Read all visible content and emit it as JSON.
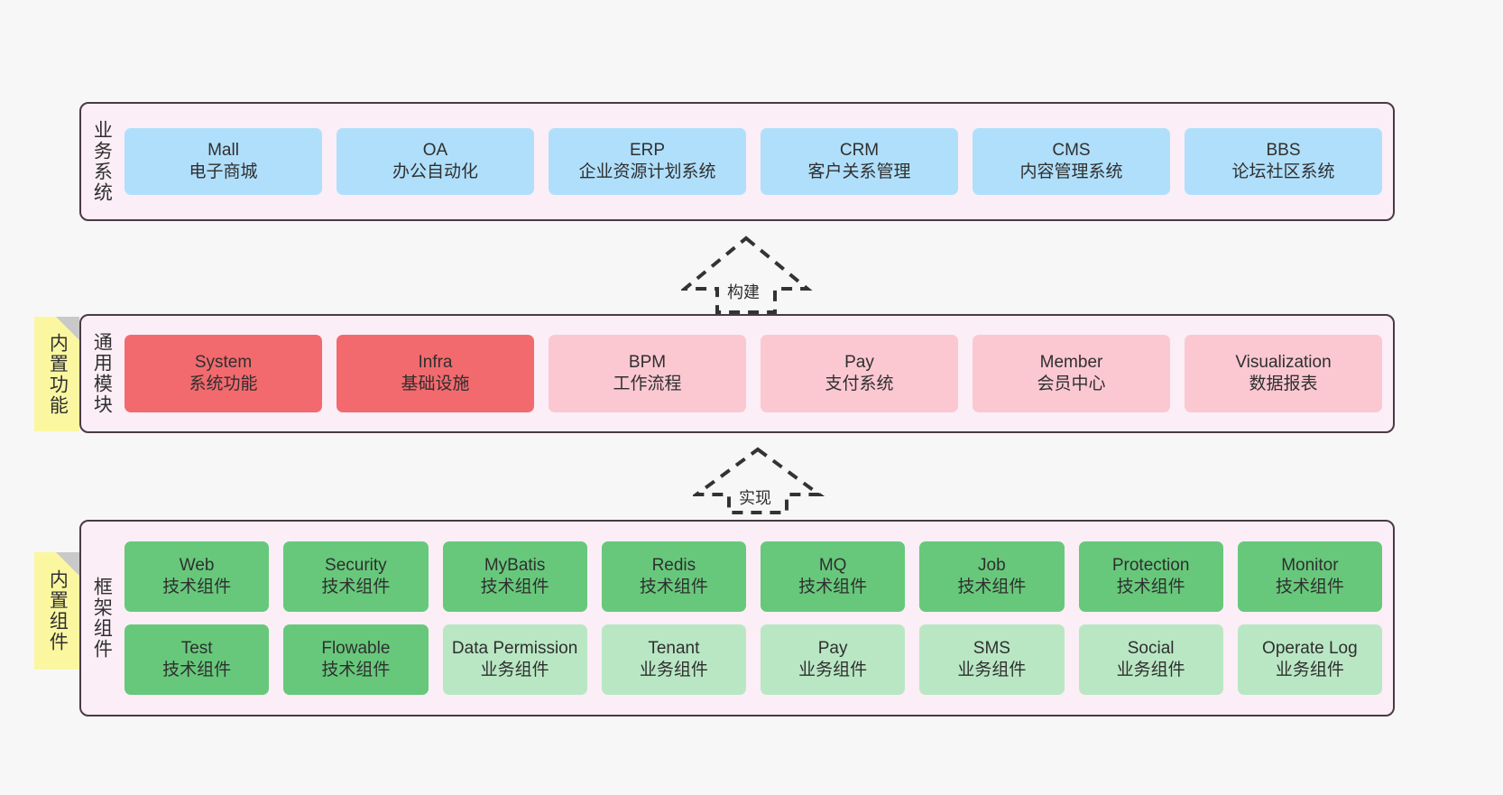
{
  "diagram": {
    "background_color": "#f7f7f7",
    "panel_color": "#fbeef6",
    "panel_border_color": "#4a3a44",
    "sticky_color": "#fbf7a1"
  },
  "layers": {
    "business": {
      "title": "业务系统",
      "card_color": "#b0dffb",
      "cards": [
        {
          "en": "Mall",
          "cn": "电子商城",
          "style": "blue"
        },
        {
          "en": "OA",
          "cn": "办公自动化",
          "style": "blue"
        },
        {
          "en": "ERP",
          "cn": "企业资源计划系统",
          "style": "blue"
        },
        {
          "en": "CRM",
          "cn": "客户关系管理",
          "style": "blue"
        },
        {
          "en": "CMS",
          "cn": "内容管理系统",
          "style": "blue"
        },
        {
          "en": "BBS",
          "cn": "论坛社区系统",
          "style": "blue"
        }
      ]
    },
    "common": {
      "title": "通用模块",
      "sticky": "内置功能",
      "strong_color": "#f26a6e",
      "soft_color": "#fbc8d2",
      "cards": [
        {
          "en": "System",
          "cn": "系统功能",
          "style": "strong"
        },
        {
          "en": "Infra",
          "cn": "基础设施",
          "style": "strong"
        },
        {
          "en": "BPM",
          "cn": "工作流程",
          "style": "soft"
        },
        {
          "en": "Pay",
          "cn": "支付系统",
          "style": "soft"
        },
        {
          "en": "Member",
          "cn": "会员中心",
          "style": "soft"
        },
        {
          "en": "Visualization",
          "cn": "数据报表",
          "style": "soft"
        }
      ]
    },
    "framework": {
      "title": "框架组件",
      "sticky": "内置组件",
      "strong_color": "#67c87b",
      "soft_color": "#b9e7c4",
      "row1": [
        {
          "en": "Web",
          "cn": "技术组件",
          "style": "strong"
        },
        {
          "en": "Security",
          "cn": "技术组件",
          "style": "strong"
        },
        {
          "en": "MyBatis",
          "cn": "技术组件",
          "style": "strong"
        },
        {
          "en": "Redis",
          "cn": "技术组件",
          "style": "strong"
        },
        {
          "en": "MQ",
          "cn": "技术组件",
          "style": "strong"
        },
        {
          "en": "Job",
          "cn": "技术组件",
          "style": "strong"
        },
        {
          "en": "Protection",
          "cn": "技术组件",
          "style": "strong"
        },
        {
          "en": "Monitor",
          "cn": "技术组件",
          "style": "strong"
        }
      ],
      "row2": [
        {
          "en": "Test",
          "cn": "技术组件",
          "style": "strong"
        },
        {
          "en": "Flowable",
          "cn": "技术组件",
          "style": "strong"
        },
        {
          "en": "Data Permission",
          "cn": "业务组件",
          "style": "soft"
        },
        {
          "en": "Tenant",
          "cn": "业务组件",
          "style": "soft"
        },
        {
          "en": "Pay",
          "cn": "业务组件",
          "style": "soft"
        },
        {
          "en": "SMS",
          "cn": "业务组件",
          "style": "soft"
        },
        {
          "en": "Social",
          "cn": "业务组件",
          "style": "soft"
        },
        {
          "en": "Operate Log",
          "cn": "业务组件",
          "style": "soft"
        }
      ]
    }
  },
  "arrows": [
    {
      "label": "构建",
      "from": "common",
      "to": "business",
      "style": "dashed-hollow-up"
    },
    {
      "label": "实现",
      "from": "framework",
      "to": "common",
      "style": "dashed-hollow-up"
    }
  ]
}
